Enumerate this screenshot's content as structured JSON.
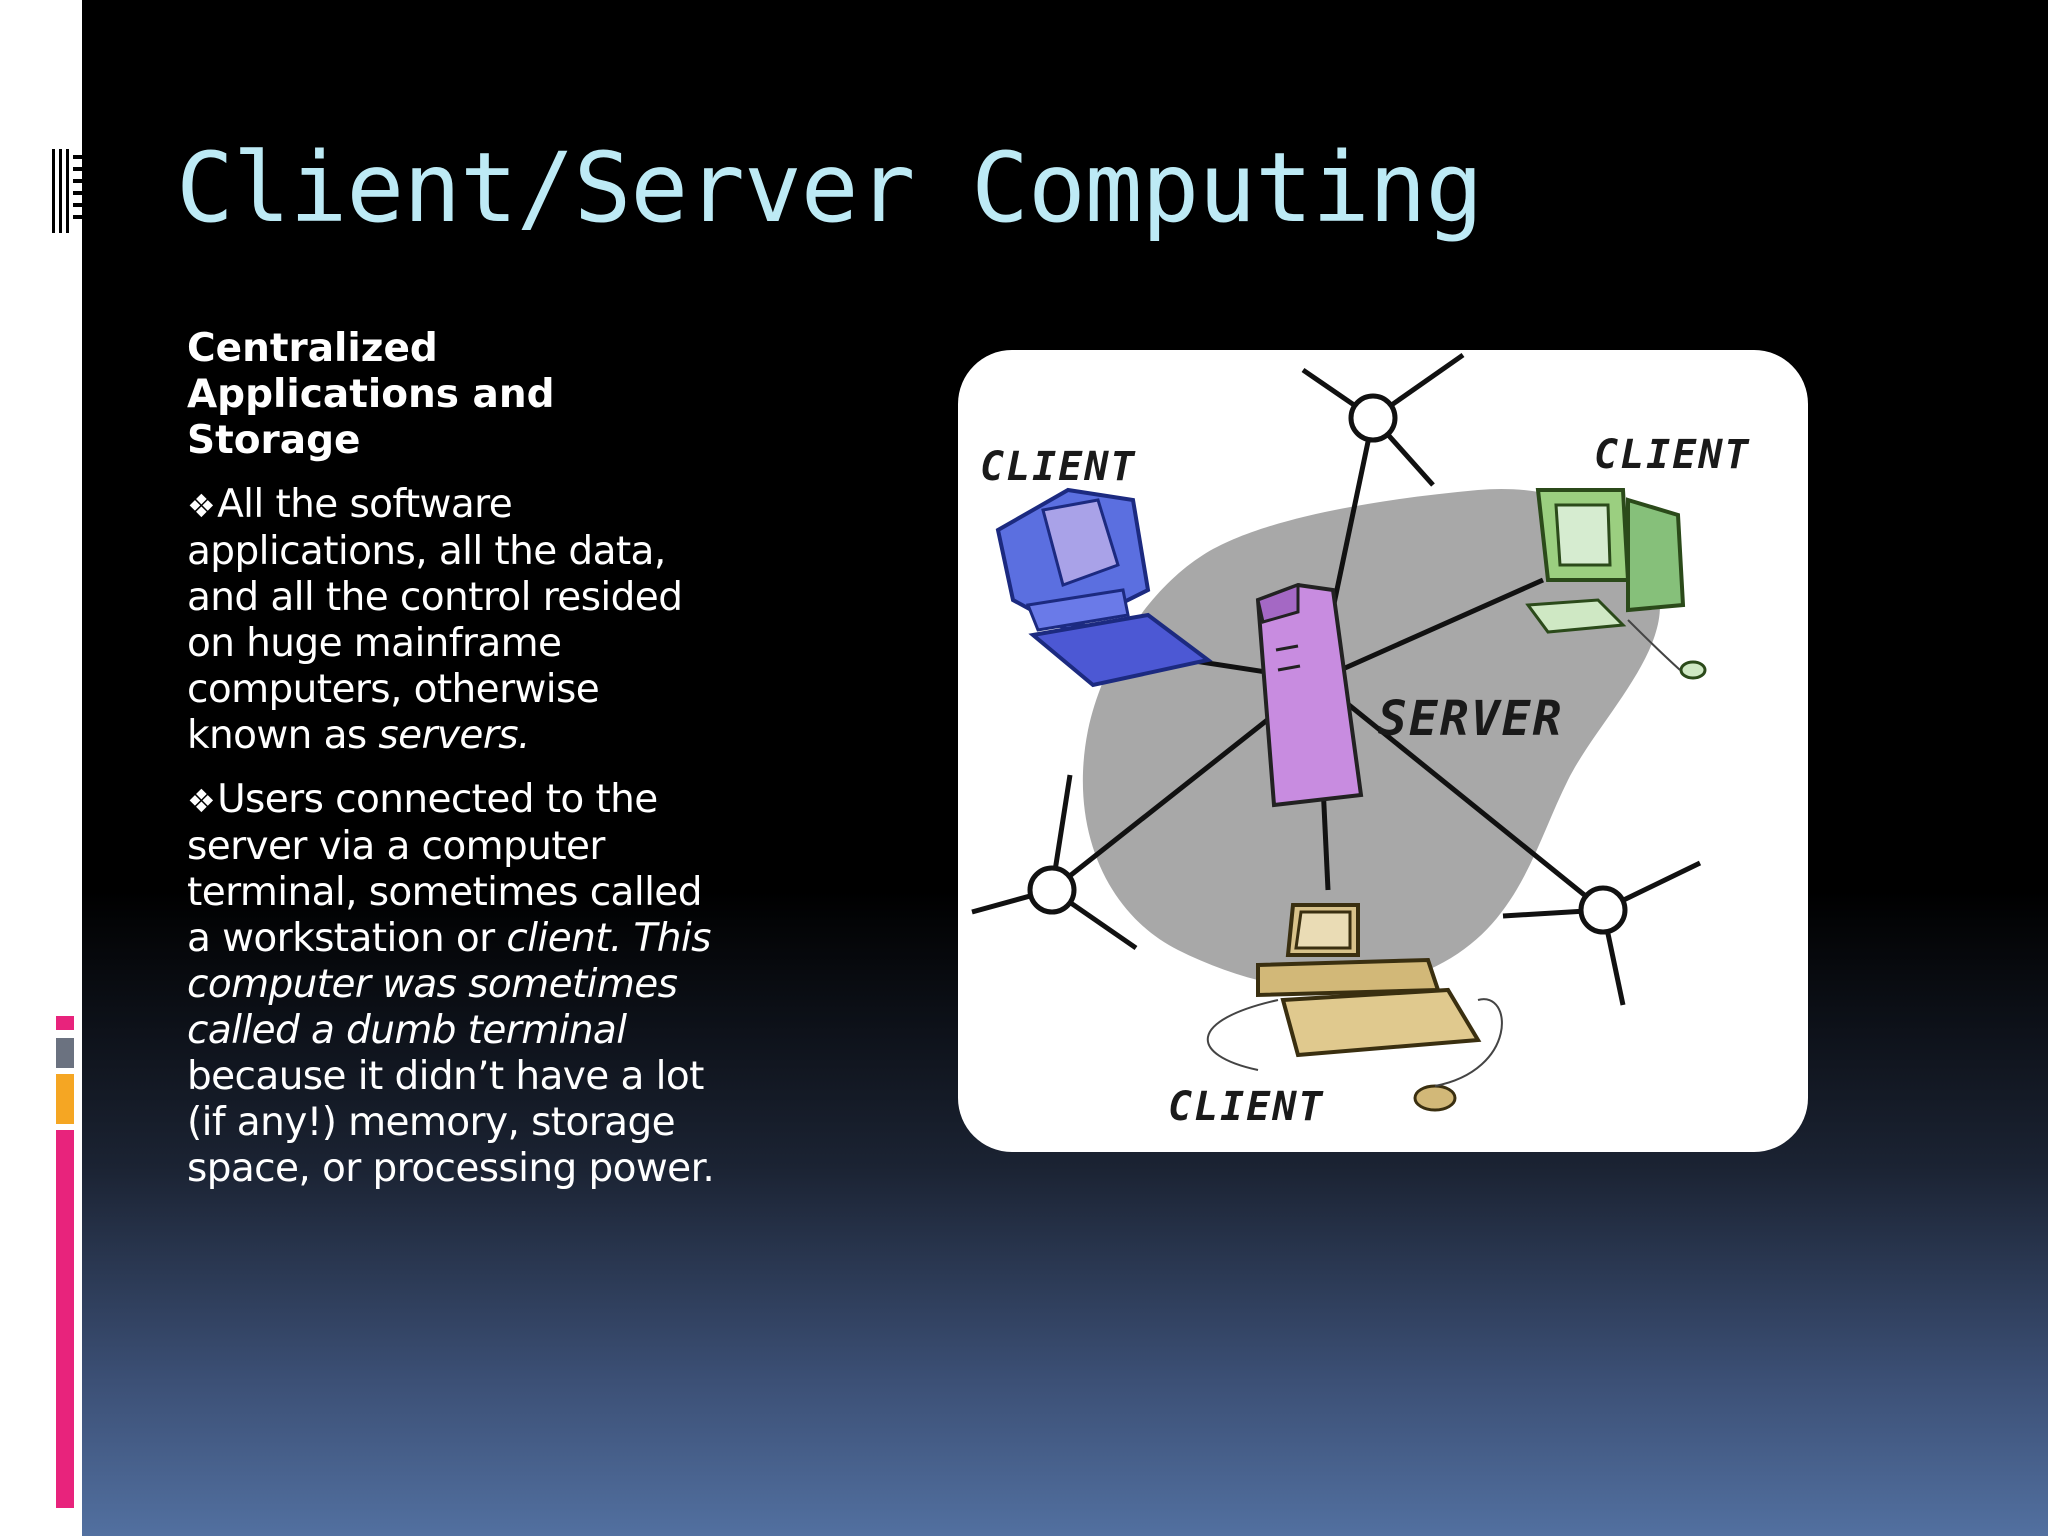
{
  "slide": {
    "title": "Client/Server Computing",
    "heading": "Centralized Applications and Storage",
    "bullet_1": {
      "icon": "diamond-bullet-icon",
      "text": "All the software applications, all the data, and all the control resided on huge mainframe computers, otherwise known as",
      "italic": "servers."
    },
    "bullet_2": {
      "icon": "diamond-bullet-icon",
      "text": "Users connected to the server via a computer terminal, sometimes called a workstation or",
      "italic": "client. This computer was sometimes called a dumb terminal",
      "tail": "because it didn’t have a lot (if any!) memory, storage space, or processing power."
    }
  },
  "diagram": {
    "labels": {
      "client_top_left": "CLIENT",
      "client_top_right": "CLIENT",
      "client_bottom": "CLIENT",
      "server": "SERVER"
    }
  },
  "colors": {
    "title": "#bdeaf5",
    "accent_pink": "#e8237c",
    "accent_orange": "#f5a623",
    "accent_gray": "#6b7280"
  }
}
